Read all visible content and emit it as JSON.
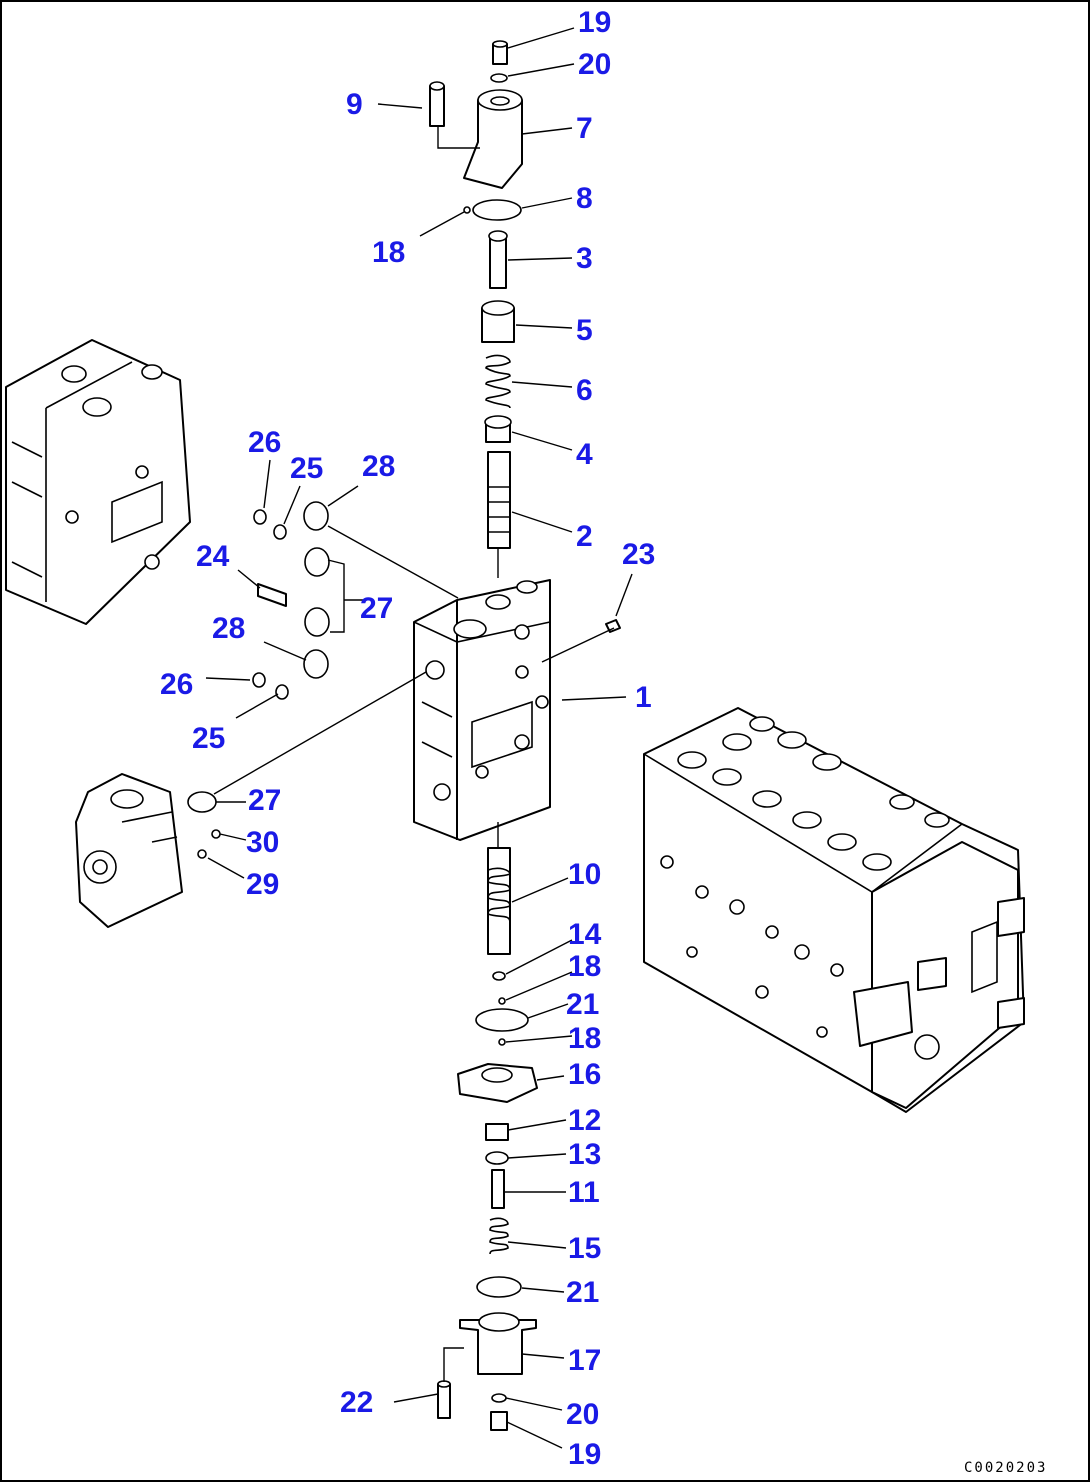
{
  "diagram": {
    "type": "exploded-parts-view",
    "drawing_code": "C0020203",
    "callouts": [
      "1",
      "2",
      "3",
      "4",
      "5",
      "6",
      "7",
      "8",
      "9",
      "10",
      "11",
      "12",
      "13",
      "14",
      "15",
      "16",
      "17",
      "18",
      "18",
      "18",
      "19",
      "19",
      "20",
      "20",
      "21",
      "21",
      "22",
      "23",
      "24",
      "25",
      "25",
      "26",
      "26",
      "27",
      "27",
      "28",
      "28",
      "29",
      "30"
    ],
    "colors": {
      "callout": "#1a1ae6",
      "line": "#000000",
      "background": "#ffffff"
    }
  }
}
